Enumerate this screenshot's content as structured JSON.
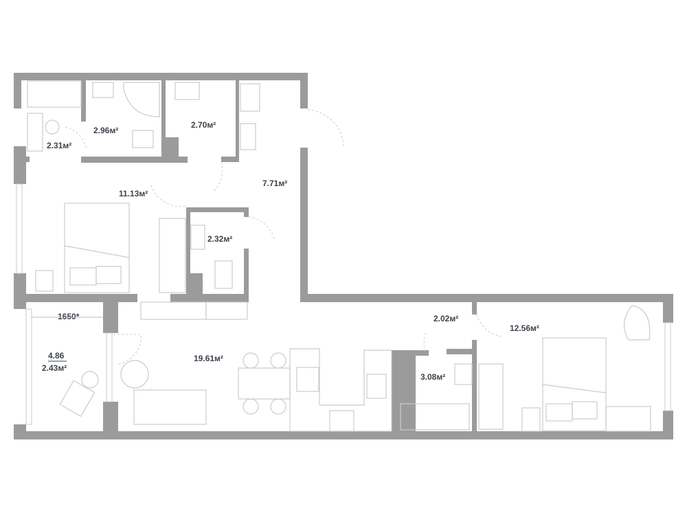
{
  "plan": {
    "rooms": {
      "wardrobe_top_left": "2.31м²",
      "bathroom_top": "2.96м²",
      "laundry": "2.70м²",
      "hall": "7.71м²",
      "bedroom_left": "11.13м²",
      "wc": "2.32м²",
      "balcony_area": "4.86",
      "balcony_reduced": "2.43м²",
      "balcony_width": "1650*",
      "living_kitchen": "19.61м²",
      "wardrobe_right": "2.02м²",
      "bathroom_bottom": "3.08м²",
      "bedroom_right": "12.56м²"
    },
    "colors": {
      "wall": "#9b9b9b",
      "text": "#3d434b",
      "furniture": "#c9cbce"
    }
  }
}
